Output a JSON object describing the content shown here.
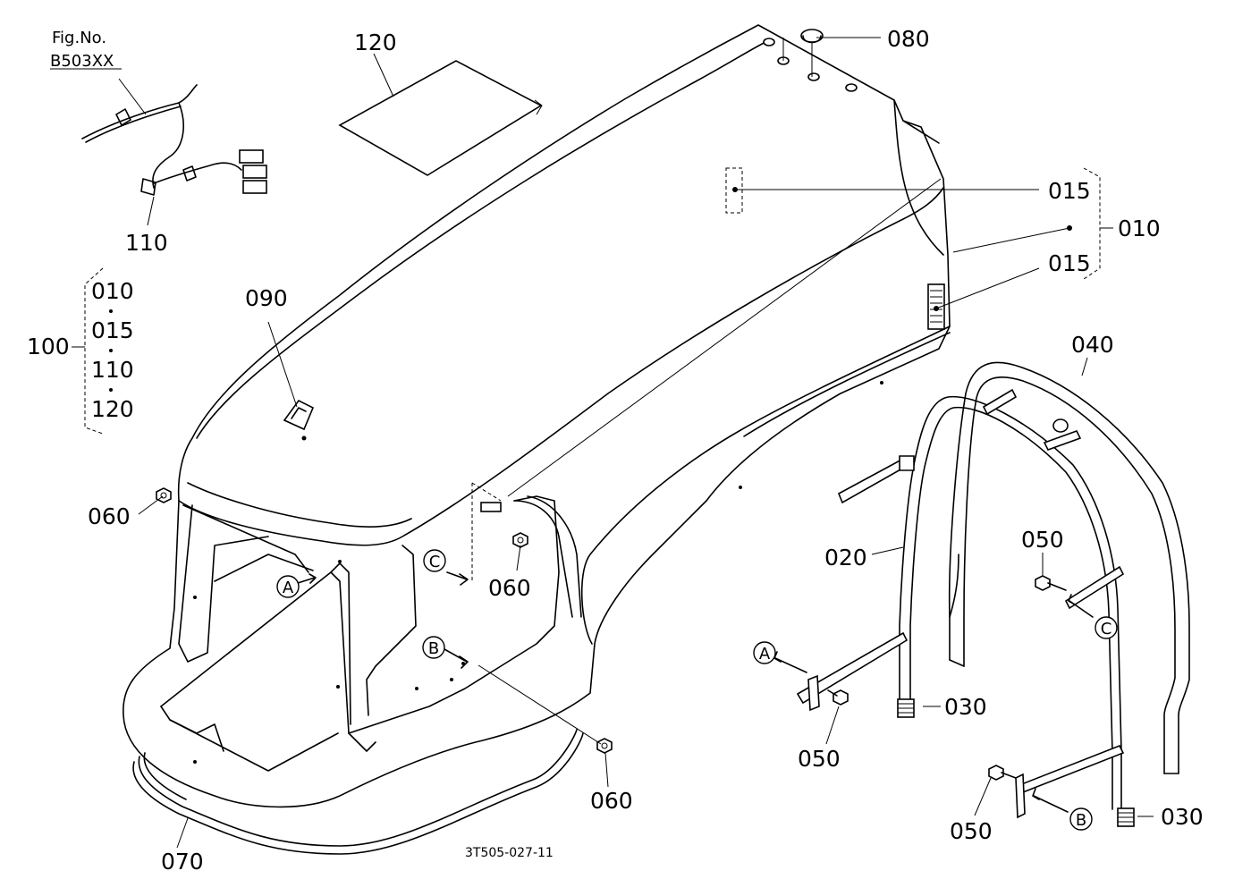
{
  "figure": {
    "ref_label": "Fig.No.",
    "ref_code": "B503XX",
    "drawing_code": "3T505-027-11"
  },
  "parts": {
    "p010": "010",
    "p015_upper": "015",
    "p015_lower": "015",
    "p020": "020",
    "p030_left": "030",
    "p030_right": "030",
    "p040": "040",
    "p050_upper": "050",
    "p050_left": "050",
    "p050_right": "050",
    "p060_left": "060",
    "p060_mid": "060",
    "p060_bottom": "060",
    "p070": "070",
    "p080": "080",
    "p090": "090",
    "p110": "110",
    "p120": "120"
  },
  "assembly": {
    "label": "100",
    "items": [
      "010",
      "015",
      "110",
      "120"
    ]
  },
  "callouts": {
    "a_hood": "A",
    "b_hood": "B",
    "c_hood": "C",
    "a_frame": "A",
    "b_frame": "B",
    "c_frame": "C"
  }
}
